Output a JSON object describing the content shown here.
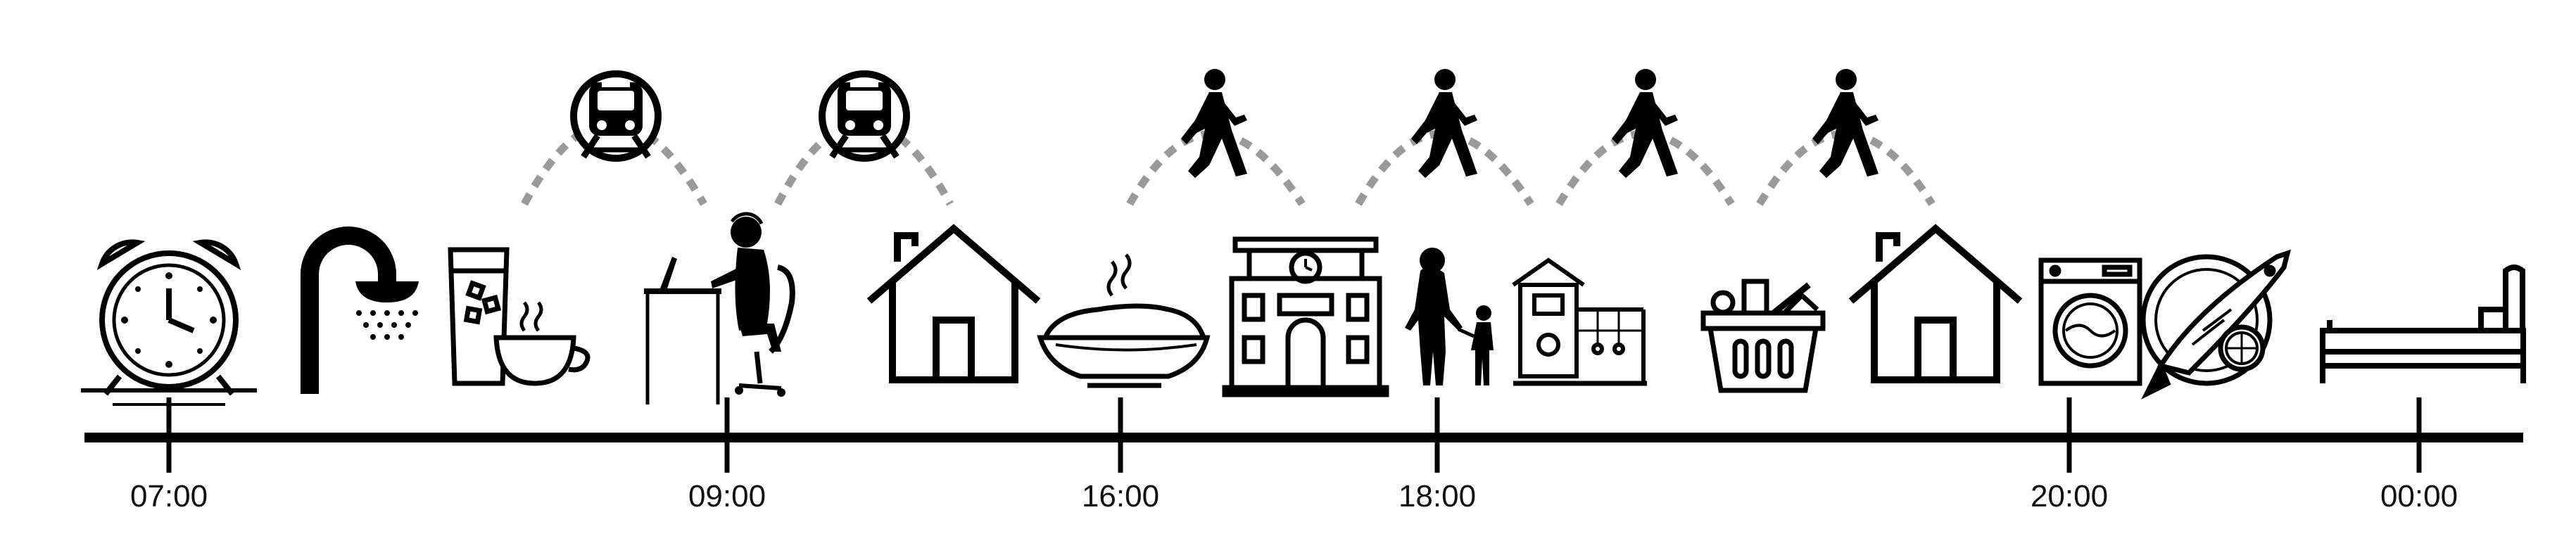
{
  "timeline": {
    "ticks": [
      "07:00",
      "09:00",
      "16:00",
      "18:00",
      "20:00",
      "00:00"
    ]
  },
  "activities": [
    {
      "icon": "alarm-clock-icon"
    },
    {
      "icon": "shower-icon"
    },
    {
      "icon": "breakfast-drink-and-coffee-icon"
    },
    {
      "icon": "person-working-at-desk-icon"
    },
    {
      "icon": "house-icon"
    },
    {
      "icon": "food-bowl-icon"
    },
    {
      "icon": "school-building-icon"
    },
    {
      "icon": "parent-with-child-icon"
    },
    {
      "icon": "playground-icon"
    },
    {
      "icon": "grocery-basket-icon"
    },
    {
      "icon": "house-icon"
    },
    {
      "icon": "washing-machine-icon"
    },
    {
      "icon": "fish-dinner-plate-icon"
    },
    {
      "icon": "bed-icon"
    }
  ],
  "commutes": [
    {
      "mode": "train",
      "icon": "train-icon"
    },
    {
      "mode": "train",
      "icon": "train-icon"
    },
    {
      "mode": "walk",
      "icon": "walking-person-icon"
    },
    {
      "mode": "walk",
      "icon": "walking-person-icon"
    },
    {
      "mode": "walk",
      "icon": "walking-person-icon"
    },
    {
      "mode": "walk",
      "icon": "walking-person-icon"
    }
  ],
  "colors": {
    "ink": "#000000",
    "arc": "#9a9a9a",
    "fill": "#ffffff"
  }
}
